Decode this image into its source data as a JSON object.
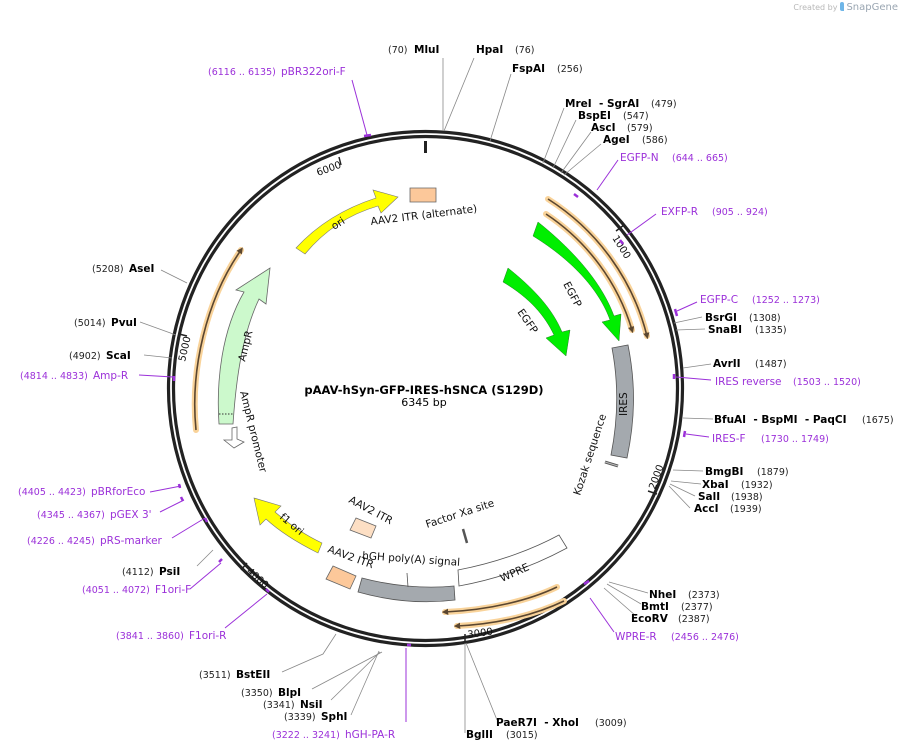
{
  "credit": {
    "prefix": "Created by",
    "brand": "SnapGene"
  },
  "plasmid": {
    "name": "pAAV-hSyn-GFP-IRES-hSNCA (S129D)",
    "length_label": "6345 bp",
    "length": 6345
  },
  "colors": {
    "primer": "#9b30d9",
    "egfp": "#00ee00",
    "ori": "#ffff00",
    "ampr": "#ccf9cc",
    "itr": "#fcc89a",
    "itr_alt": "#fddfc4",
    "grey_feature": "#a4a9ae",
    "orf_glow": "#f9d39a",
    "backbone": "#222222"
  },
  "ticks": [
    {
      "label": "1000",
      "bp": 1000
    },
    {
      "label": "2000",
      "bp": 2000
    },
    {
      "label": "3000",
      "bp": 3000
    },
    {
      "label": "4000",
      "bp": 4000
    },
    {
      "label": "5000",
      "bp": 5000
    },
    {
      "label": "6000",
      "bp": 6000
    }
  ],
  "enzymes": [
    {
      "name": "MluI",
      "pos": "(70)",
      "side": "left"
    },
    {
      "name": "HpaI",
      "pos": "(76)",
      "side": "right"
    },
    {
      "name": "FspAI",
      "pos": "(256)",
      "side": "right"
    },
    {
      "name": "MreI  - SgrAI",
      "pos": "(479)",
      "side": "right"
    },
    {
      "name": "BspEI",
      "pos": "(547)",
      "side": "right"
    },
    {
      "name": "AscI",
      "pos": "(579)",
      "side": "right"
    },
    {
      "name": "AgeI",
      "pos": "(586)",
      "side": "right"
    },
    {
      "name": "BsrGI",
      "pos": "(1308)",
      "side": "right"
    },
    {
      "name": "SnaBI",
      "pos": "(1335)",
      "side": "right"
    },
    {
      "name": "AvrII",
      "pos": "(1487)",
      "side": "right"
    },
    {
      "name": "BfuAI  - BspMI  - PaqCI",
      "pos": "(1675)",
      "side": "right"
    },
    {
      "name": "BmgBI",
      "pos": "(1879)",
      "side": "right"
    },
    {
      "name": "XbaI",
      "pos": "(1932)",
      "side": "right"
    },
    {
      "name": "SalI",
      "pos": "(1938)",
      "side": "right"
    },
    {
      "name": "AccI",
      "pos": "(1939)",
      "side": "right"
    },
    {
      "name": "NheI",
      "pos": "(2373)",
      "side": "right"
    },
    {
      "name": "BmtI",
      "pos": "(2377)",
      "side": "right"
    },
    {
      "name": "EcoRV",
      "pos": "(2387)",
      "side": "right"
    },
    {
      "name": "PaeR7I  - XhoI",
      "pos": "(3009)",
      "side": "right"
    },
    {
      "name": "BglII",
      "pos": "(3015)",
      "side": "right"
    },
    {
      "name": "SphI",
      "pos": "(3339)",
      "side": "left"
    },
    {
      "name": "NsiI",
      "pos": "(3341)",
      "side": "left"
    },
    {
      "name": "BlpI",
      "pos": "(3350)",
      "side": "left"
    },
    {
      "name": "BstEII",
      "pos": "(3511)",
      "side": "left"
    },
    {
      "name": "PsiI",
      "pos": "(4112)",
      "side": "left"
    },
    {
      "name": "ScaI",
      "pos": "(4902)",
      "side": "left"
    },
    {
      "name": "PvuI",
      "pos": "(5014)",
      "side": "left"
    },
    {
      "name": "AseI",
      "pos": "(5208)",
      "side": "left"
    }
  ],
  "primers": [
    {
      "name": "pBR322ori-F",
      "range": "(6116 .. 6135)",
      "side": "left"
    },
    {
      "name": "EGFP-N",
      "range": "(644 .. 665)",
      "side": "right"
    },
    {
      "name": "EXFP-R",
      "range": "(905 .. 924)",
      "side": "right"
    },
    {
      "name": "EGFP-C",
      "range": "(1252 .. 1273)",
      "side": "right"
    },
    {
      "name": "IRES reverse",
      "range": "(1503 .. 1520)",
      "side": "right"
    },
    {
      "name": "IRES-F",
      "range": "(1730 .. 1749)",
      "side": "right"
    },
    {
      "name": "WPRE-R",
      "range": "(2456 .. 2476)",
      "side": "right"
    },
    {
      "name": "hGH-PA-R",
      "range": "(3222 .. 3241)",
      "side": "left"
    },
    {
      "name": "F1ori-R",
      "range": "(3841 .. 3860)",
      "side": "left"
    },
    {
      "name": "F1ori-F",
      "range": "(4051 .. 4072)",
      "side": "left"
    },
    {
      "name": "pRS-marker",
      "range": "(4226 .. 4245)",
      "side": "left"
    },
    {
      "name": "pGEX 3'",
      "range": "(4345 .. 4367)",
      "side": "left"
    },
    {
      "name": "pBRforEco",
      "range": "(4405 .. 4423)",
      "side": "left"
    },
    {
      "name": "Amp-R",
      "range": "(4814 .. 4833)",
      "side": "left"
    }
  ],
  "features": [
    {
      "name": "AAV2 ITR (alternate)",
      "type": "repeat"
    },
    {
      "name": "EGFP",
      "type": "cds",
      "copy": 1
    },
    {
      "name": "EGFP",
      "type": "cds",
      "copy": 2
    },
    {
      "name": "IRES",
      "type": "misc"
    },
    {
      "name": "Kozak sequence",
      "type": "misc"
    },
    {
      "name": "WPRE",
      "type": "misc"
    },
    {
      "name": "Factor Xa site",
      "type": "site"
    },
    {
      "name": "hGH poly(A) signal",
      "type": "polyA"
    },
    {
      "name": "AAV2 ITR",
      "type": "repeat",
      "copy": 1
    },
    {
      "name": "AAV2 ITR",
      "type": "repeat",
      "copy": 2
    },
    {
      "name": "f1 ori",
      "type": "rep_origin"
    },
    {
      "name": "AmpR promoter",
      "type": "promoter"
    },
    {
      "name": "AmpR",
      "type": "cds"
    },
    {
      "name": "ori",
      "type": "rep_origin"
    }
  ]
}
